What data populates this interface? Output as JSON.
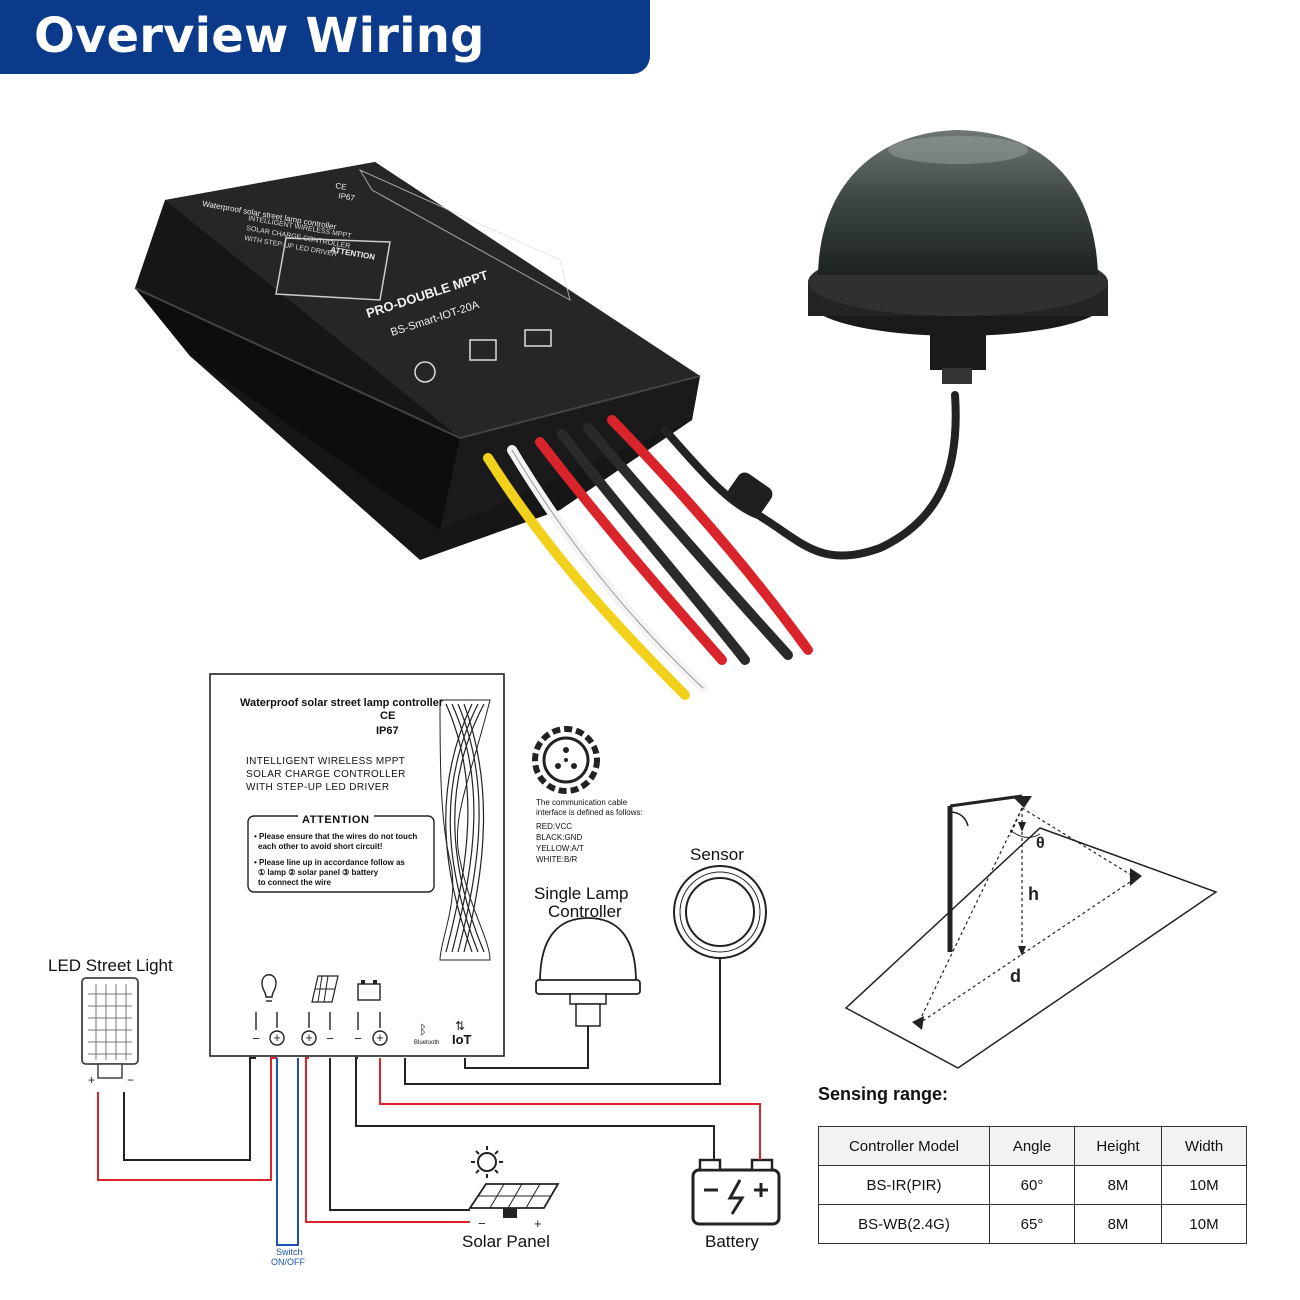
{
  "header": {
    "title": "Overview Wiring Diagram"
  },
  "product_photo": {
    "lines": [
      "Waterproof solar street lamp controller",
      "CE",
      "IP67",
      "INTELLIGENT WIRELESS MPPT",
      "SOLAR CHARGE CONTROLLER",
      "WITH STEP-UP LED DRIVER",
      "ATTENTION",
      "PRO-DOUBLE MPPT",
      "BS-Smart-IOT-20A"
    ]
  },
  "controller_box": {
    "title": "Waterproof solar street lamp controller",
    "ce": "CE",
    "ip": "IP67",
    "desc": [
      "INTELLIGENT WIRELESS MPPT",
      "SOLAR CHARGE CONTROLLER",
      "WITH STEP-UP LED DRIVER"
    ],
    "attention_title": "ATTENTION",
    "attention_lines": [
      "• Please ensure that the wires do not touch",
      "each other to avoid short circuit!",
      "• Please line up in accordance follow as",
      "① lamp ② solar panel ③ battery",
      "to connect the wire"
    ],
    "bluetooth_label": "Bluetooth",
    "iot_label": "IoT"
  },
  "comm_cable": {
    "lines": [
      "The communication cable",
      "interface is defined as follows:",
      "RED:VCC",
      "BLACK:GND",
      "YELLOW:A/T",
      "WHITE:B/R"
    ]
  },
  "labels": {
    "led_street_light": "LED Street Light",
    "single_lamp_controller_1": "Single Lamp",
    "single_lamp_controller_2": "Controller",
    "sensor": "Sensor",
    "solar_panel": "Solar Panel",
    "battery": "Battery",
    "switch_1": "Switch",
    "switch_2": "ON/OFF",
    "plus": "+",
    "minus": "−"
  },
  "sensing_diagram": {
    "theta": "θ",
    "h": "h",
    "d": "d"
  },
  "sensing_range": {
    "title": "Sensing range:",
    "headers": [
      "Controller Model",
      "Angle",
      "Height",
      "Width"
    ],
    "rows": [
      [
        "BS-IR(PIR)",
        "60°",
        "8M",
        "10M"
      ],
      [
        "BS-WB(2.4G)",
        "65°",
        "8M",
        "10M"
      ]
    ]
  },
  "colors": {
    "title_bg": "#0b3a8a",
    "wire_red": "#d9242b",
    "wire_black": "#222222",
    "wire_blue": "#1f4fb5",
    "wire_yellow": "#f2d11c"
  }
}
